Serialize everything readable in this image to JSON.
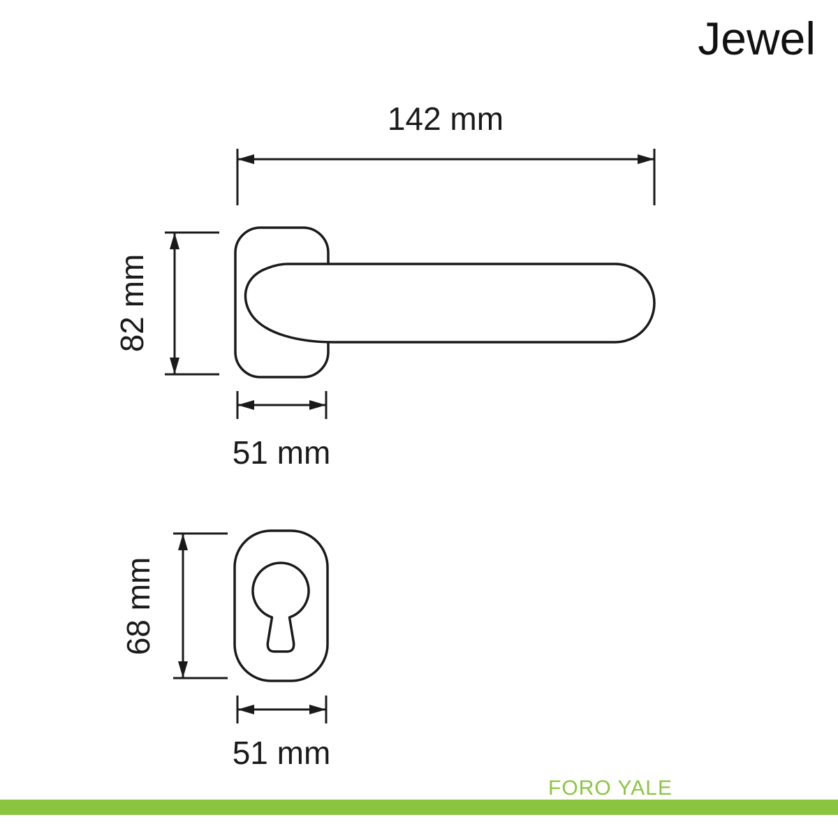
{
  "product": {
    "name": "Jewel"
  },
  "footer": {
    "brand_line": "FORO YALE"
  },
  "colors": {
    "accent_green": "#8BC53F",
    "line_black": "#1A1A1A"
  },
  "dimensions": {
    "handle_length": "142 mm",
    "rosette_height": "82 mm",
    "rosette_width": "51 mm",
    "escutcheon_height": "68 mm",
    "escutcheon_width": "51 mm"
  }
}
